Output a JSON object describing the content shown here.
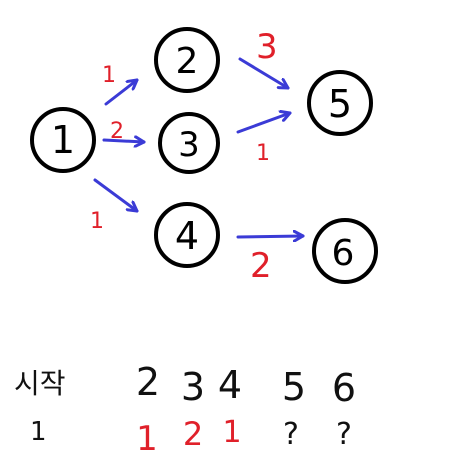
{
  "colors": {
    "node_stroke": "#000000",
    "edge": "#3b3bd6",
    "weight": "#e0202a",
    "table_black": "#111111",
    "table_red": "#e0202a"
  },
  "nodes": [
    {
      "id": "1",
      "label": "1"
    },
    {
      "id": "2",
      "label": "2"
    },
    {
      "id": "3",
      "label": "3"
    },
    {
      "id": "4",
      "label": "4"
    },
    {
      "id": "5",
      "label": "5"
    },
    {
      "id": "6",
      "label": "6"
    }
  ],
  "edges": [
    {
      "from": "1",
      "to": "2",
      "weight": "1"
    },
    {
      "from": "1",
      "to": "3",
      "weight": "2"
    },
    {
      "from": "1",
      "to": "4",
      "weight": "1"
    },
    {
      "from": "2",
      "to": "5",
      "weight": "3"
    },
    {
      "from": "3",
      "to": "5",
      "weight": "1"
    },
    {
      "from": "4",
      "to": "6",
      "weight": "2"
    }
  ],
  "table": {
    "start_header": "시작",
    "start_value": "1",
    "columns": [
      {
        "header": "2",
        "value": "1"
      },
      {
        "header": "3",
        "value": "2"
      },
      {
        "header": "4",
        "value": "1"
      },
      {
        "header": "5",
        "value": "?"
      },
      {
        "header": "6",
        "value": "?"
      }
    ]
  }
}
